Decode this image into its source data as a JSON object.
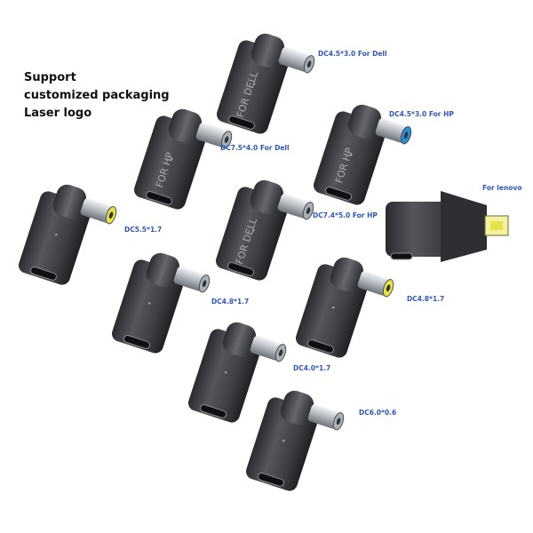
{
  "headline": {
    "line1": "Support",
    "line2": "customized packaging",
    "line3": "Laser logo"
  },
  "label_color": "#2f57b8",
  "adapters": [
    {
      "label": "DC4.5*3.0 For Dell",
      "engraving": "FOR DELL",
      "tip_color": "#aab1b9"
    },
    {
      "label": "DC7.5*4.0 For Dell",
      "engraving": "FOR HP",
      "tip_color": "#aab1b9"
    },
    {
      "label": "DC4.5*3.0 For HP",
      "engraving": "FOR HP",
      "tip_color": "#2b8fd6"
    },
    {
      "label": "DC5.5*1.7",
      "engraving": "",
      "tip_color": "#e6e24a"
    },
    {
      "label": "DC7.4*5.0 For HP",
      "engraving": "FOR DELL",
      "tip_color": "#aab1b9"
    },
    {
      "label": "For lenovo",
      "engraving": "",
      "tip_color": "#e6e24a"
    },
    {
      "label": "DC4.8*1.7",
      "engraving": "",
      "tip_color": "#aab1b9"
    },
    {
      "label": "DC4.8*1.7",
      "engraving": "",
      "tip_color": "#e6e24a"
    },
    {
      "label": "DC4.0*1.7",
      "engraving": "",
      "tip_color": "#aab1b9"
    },
    {
      "label": "DC6.0*0.6",
      "engraving": "",
      "tip_color": "#aab1b9"
    }
  ]
}
